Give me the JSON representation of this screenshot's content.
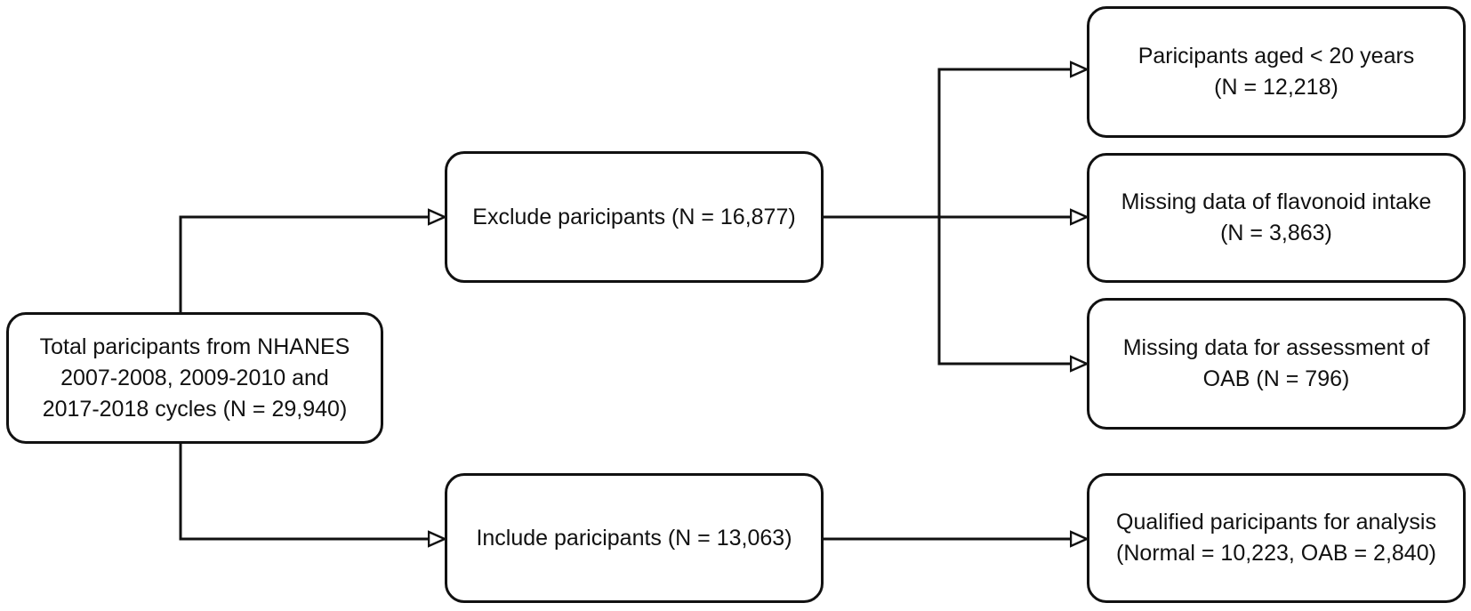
{
  "nodes": {
    "total": {
      "lines": [
        "Total paricipants from NHANES",
        "2007-2008, 2009-2010 and",
        "2017-2018 cycles (N = 29,940)"
      ]
    },
    "exclude": {
      "lines": [
        "Exclude paricipants (N = 16,877)"
      ]
    },
    "include": {
      "lines": [
        "Include paricipants (N = 13,063)"
      ]
    },
    "age": {
      "lines": [
        "Paricipants aged < 20 years",
        "(N = 12,218)"
      ]
    },
    "flavonoid": {
      "lines": [
        "Missing data of flavonoid intake",
        "(N = 3,863)"
      ]
    },
    "oab": {
      "lines": [
        "Missing data for assessment of",
        "OAB (N = 796)"
      ]
    },
    "qualified": {
      "lines": [
        "Qualified paricipants for analysis",
        "(Normal = 10,223, OAB = 2,840)"
      ]
    }
  },
  "edges": [
    {
      "from": "total",
      "to": "exclude"
    },
    {
      "from": "total",
      "to": "include"
    },
    {
      "from": "exclude",
      "to": "age"
    },
    {
      "from": "exclude",
      "to": "flavonoid"
    },
    {
      "from": "exclude",
      "to": "oab"
    },
    {
      "from": "include",
      "to": "qualified"
    }
  ],
  "colors": {
    "stroke": "#111111",
    "background": "#ffffff"
  }
}
